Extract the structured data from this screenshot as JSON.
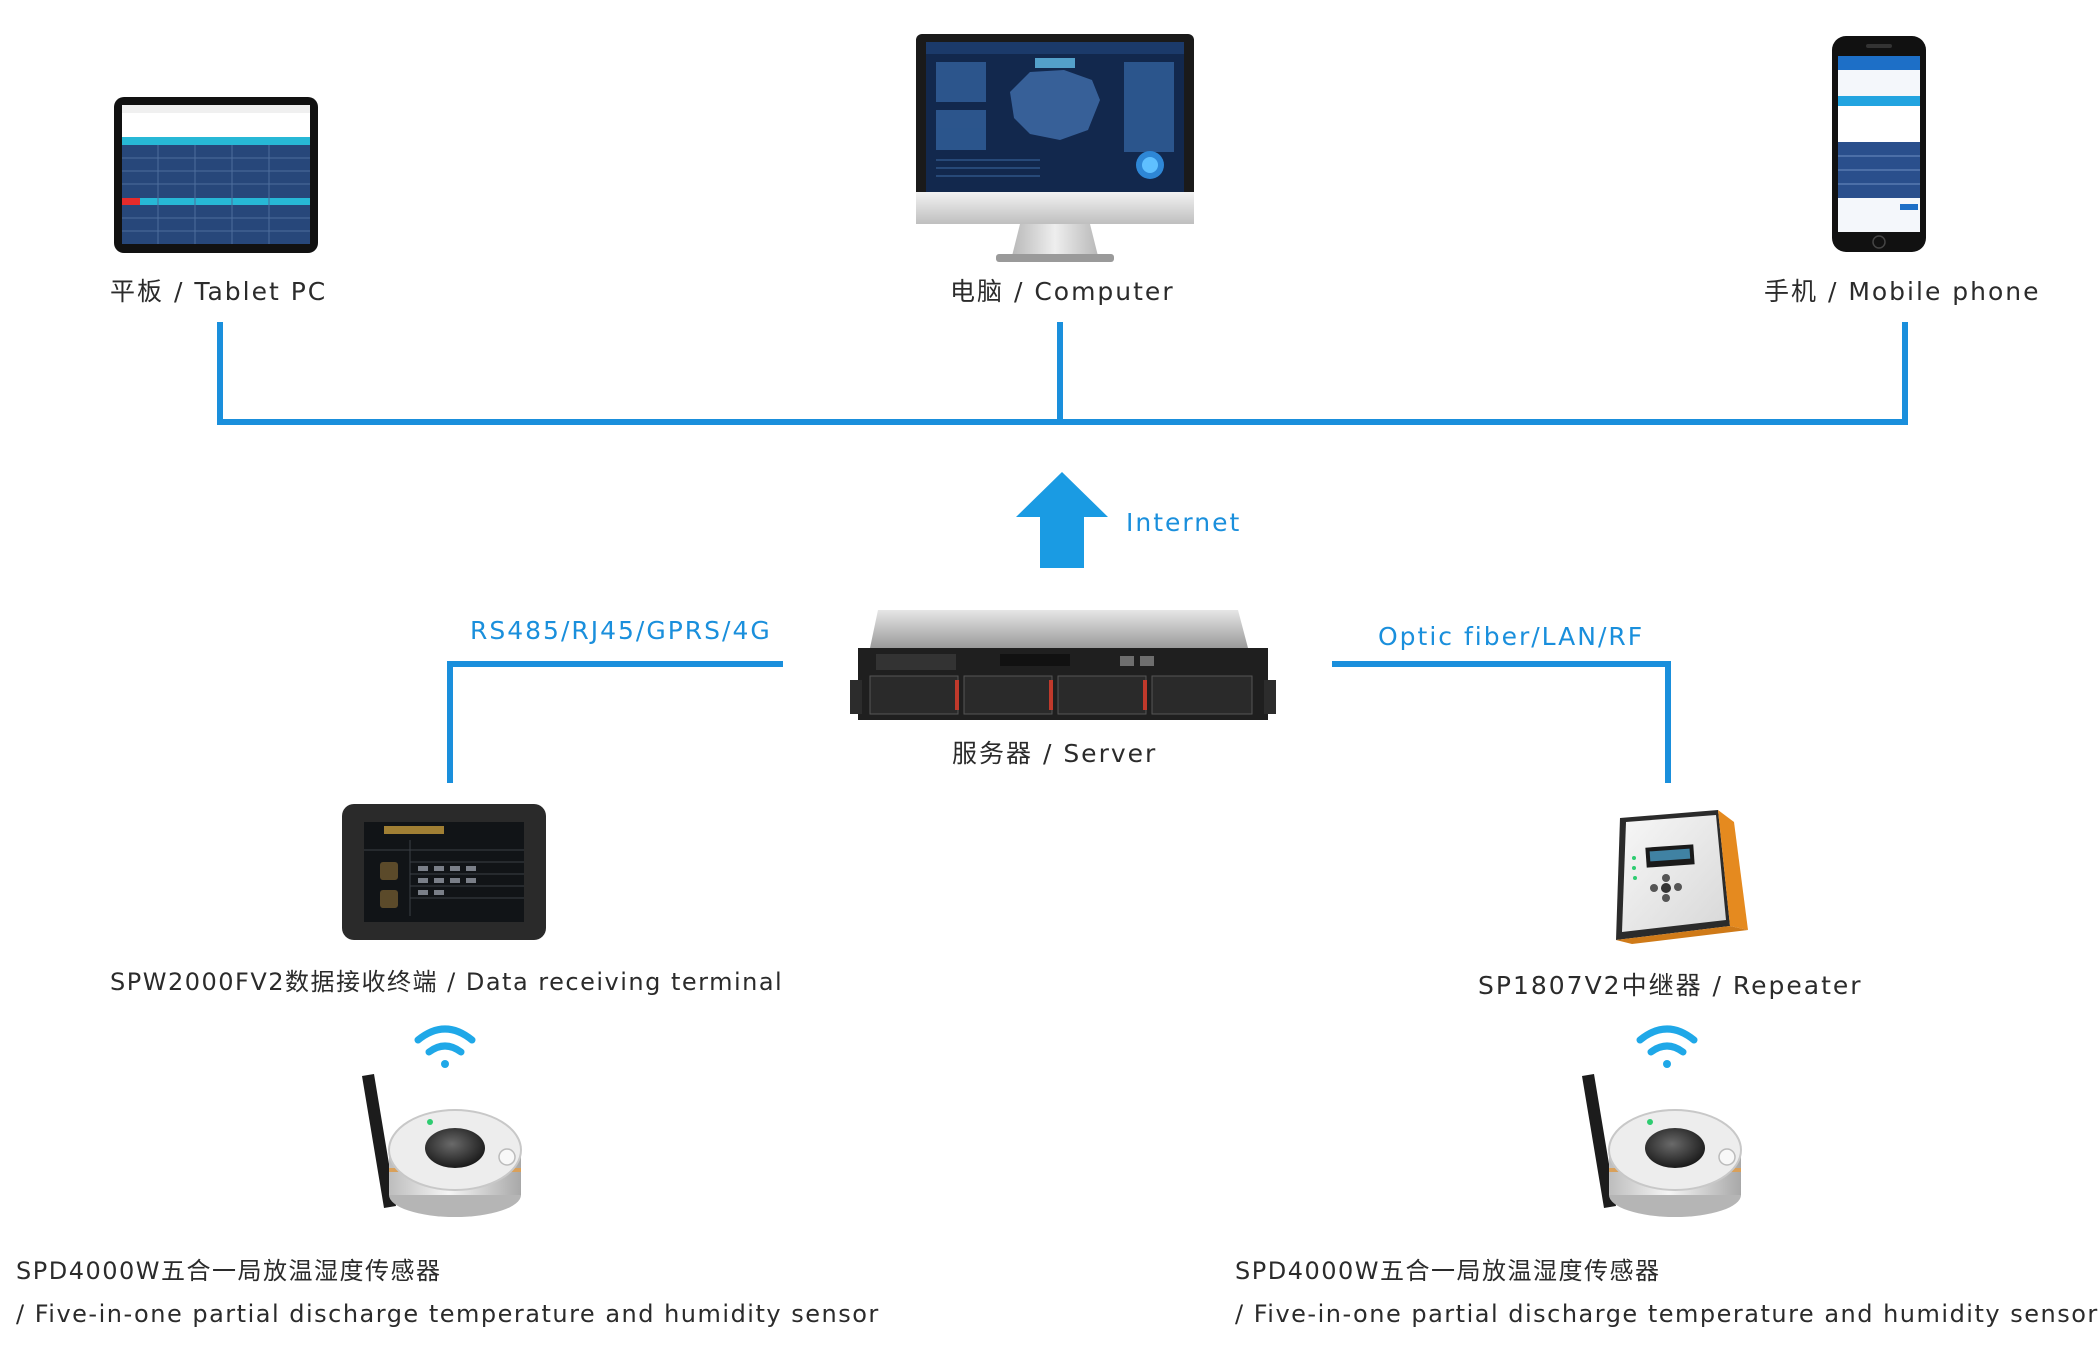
{
  "colors": {
    "line": "#1a8fdc",
    "link_text": "#1a8fdc",
    "arrow": "#1a9be3",
    "text": "#2b2b2b"
  },
  "nodes": {
    "tablet": "平板 / Tablet PC",
    "computer": "电脑 / Computer",
    "phone": "手机 / Mobile phone",
    "server": "服务器 / Server",
    "terminal": "SPW2000FV2数据接收终端 / Data receiving terminal",
    "repeater": "SP1807V2中继器 / Repeater"
  },
  "sensor_left": {
    "line1": "SPD4000W五合一局放温湿度传感器",
    "line2": "/ Five-in-one partial discharge temperature and humidity sensor"
  },
  "sensor_right": {
    "line1": "SPD4000W五合一局放温湿度传感器",
    "line2": "/ Five-in-one partial discharge temperature and humidity sensor"
  },
  "links": {
    "internet": "Internet",
    "left_link": "RS485/RJ45/GPRS/4G",
    "right_link": "Optic fiber/LAN/RF"
  },
  "icons": {
    "tablet": "tablet-icon",
    "computer": "monitor-icon",
    "phone": "smartphone-icon",
    "server": "rack-server-icon",
    "terminal": "touch-terminal-icon",
    "repeater": "repeater-box-icon",
    "sensor": "wireless-sensor-icon",
    "wifi": "wifi-icon",
    "arrow": "up-arrow-icon"
  }
}
